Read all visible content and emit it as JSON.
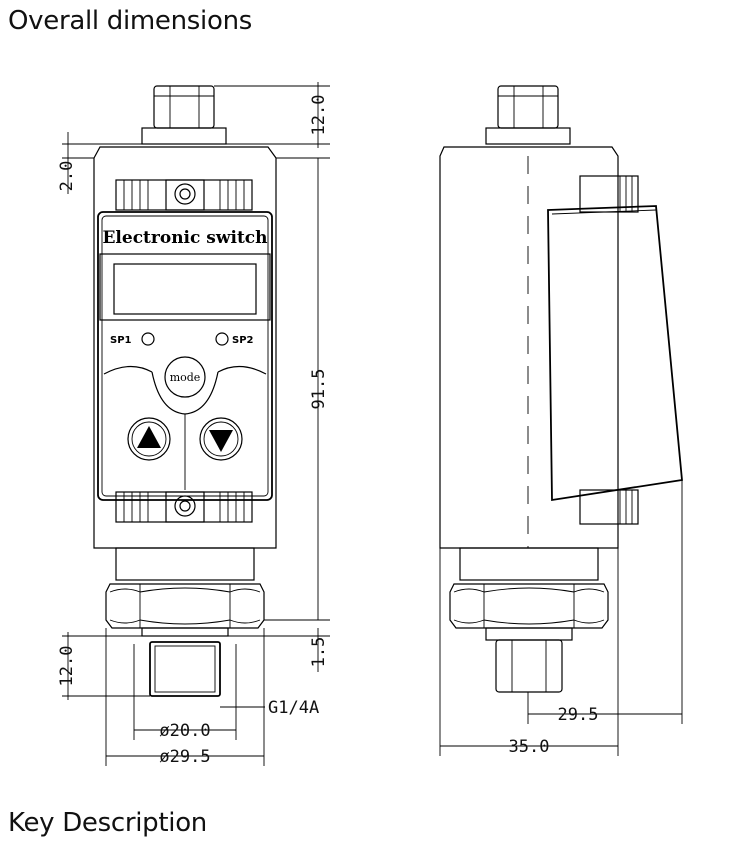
{
  "headings": {
    "overall": "Overall dimensions",
    "key": "Key Description"
  },
  "device": {
    "label": "Electronic switch",
    "sp1": "SP1",
    "sp2": "SP2",
    "mode": "mode"
  },
  "dimensions": {
    "top_fitting": "12.0",
    "top_gap": "2.0",
    "body_height": "91.5",
    "bottom_gap": "1.5",
    "bottom_thread": "12.0",
    "thread_spec": "G1/4A",
    "dia_inner": "ø20.0",
    "dia_outer": "ø29.5",
    "side_depth": "29.5",
    "side_width": "35.0"
  }
}
